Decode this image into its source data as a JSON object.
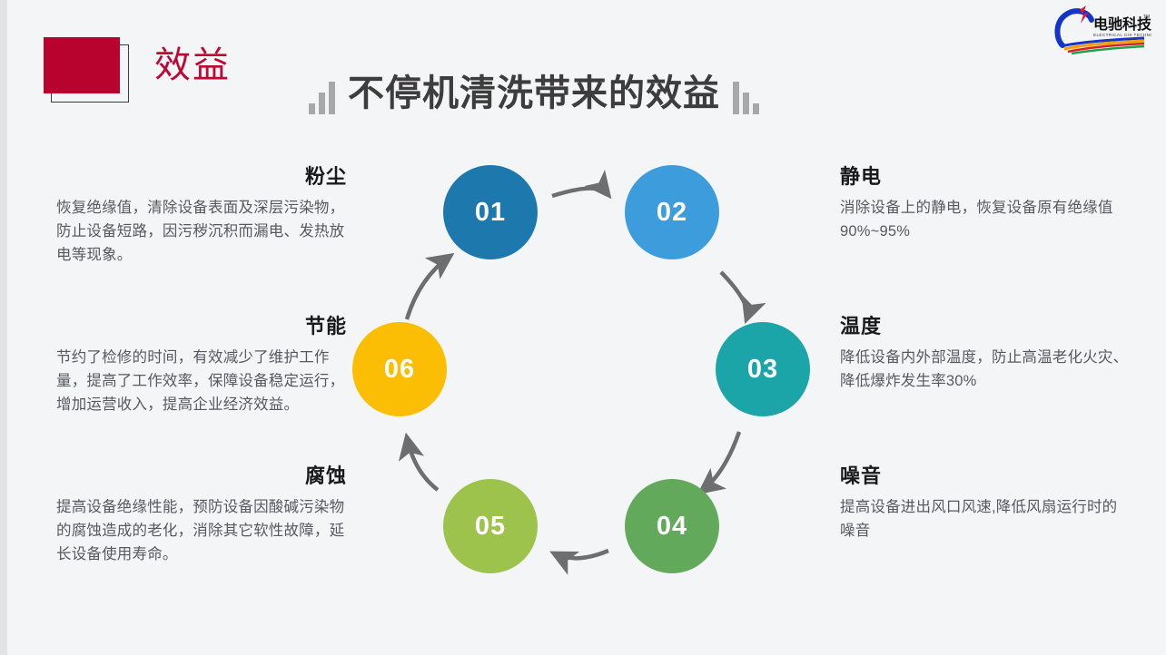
{
  "header": {
    "kicker": "效益",
    "title": "不停机清洗带来的效益",
    "badge_color": "#b8032f",
    "kicker_color": "#c00632",
    "decor_left": "bar-chart-ascending",
    "decor_right": "bar-chart-descending"
  },
  "logo": {
    "brand_cn": "电驰科技",
    "brand_en": "ELECTRICAL CHI TECHNOLOGY",
    "tm": "TM"
  },
  "diagram": {
    "type": "cycle",
    "nodes": [
      {
        "number": "01",
        "color": "#1d78ad",
        "topic": "粉尘"
      },
      {
        "number": "02",
        "color": "#3d9cdc",
        "topic": "静电"
      },
      {
        "number": "03",
        "color": "#1ba5a9",
        "topic": "温度"
      },
      {
        "number": "04",
        "color": "#63a95b",
        "topic": "噪音"
      },
      {
        "number": "05",
        "color": "#9dc34d",
        "topic": "腐蚀"
      },
      {
        "number": "06",
        "color": "#fcbe04",
        "topic": "节能"
      }
    ],
    "arrow_color": "#6e6e6e"
  },
  "blocks": {
    "dust": {
      "heading": "粉尘",
      "body": "恢复绝缘值，清除设备表面及深层污染物，防止设备短路，因污秽沉积而漏电、发热放电等现象。"
    },
    "energy": {
      "heading": "节能",
      "body": "节约了检修的时间，有效减少了维护工作量，提高了工作效率，保障设备稳定运行，增加运营收入，提高企业经济效益。"
    },
    "corrosion": {
      "heading": "腐蚀",
      "body": "提高设备绝缘性能，预防设备因酸碱污染物的腐蚀造成的老化，消除其它软性故障，延长设备使用寿命。"
    },
    "static": {
      "heading": "静电",
      "body": "消除设备上的静电，恢复设备原有绝缘值90%~95%"
    },
    "temperature": {
      "heading": "温度",
      "body": "降低设备内外部温度，防止高温老化火灾、降低爆炸发生率30%"
    },
    "noise": {
      "heading": "噪音",
      "body": "提高设备进出风口风速,降低风扇运行时的噪音"
    }
  }
}
